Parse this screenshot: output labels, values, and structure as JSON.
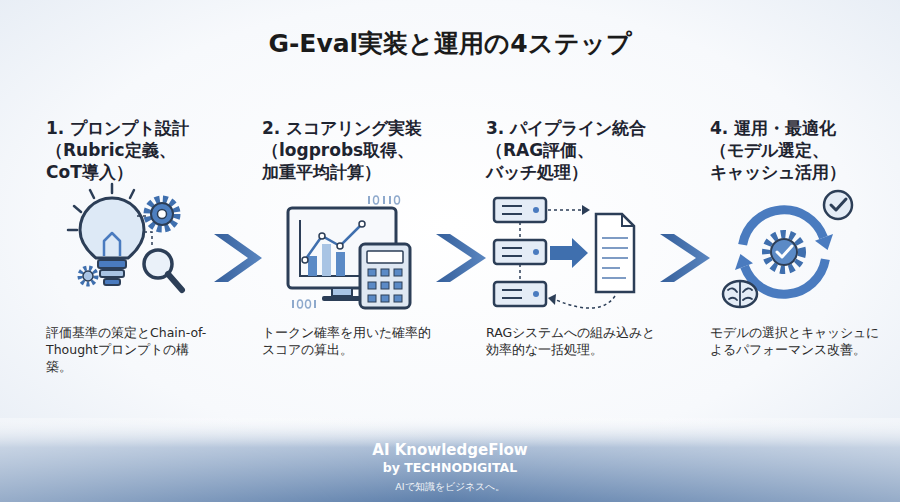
{
  "diagram": {
    "title": "G-Eval実装と運用の4ステップ",
    "nodes": [
      {
        "text": [
          "1. プロンプト設計 （Rubric定義、 CoT導入）",
          "評価基準の策定とChain-of-Thoughtプロンプトの構築。"
        ]
      },
      {
        "text": [
          "2. スコアリング実装 （logprobs取得、 加重平均計算）",
          "トークン確率を用いた確率的スコアの算出。"
        ]
      },
      {
        "text": [
          "3. パイプライン統合 （RAG評価、 バッチ処理）",
          "RAGシステムへの組み込みと効率的な一括処理。"
        ]
      },
      {
        "text": [
          "4. 運用・最適化 （モデル選定、 キャッシュ活用）",
          "モデルの選択とキャッシュによるパフォーマンス改善。"
        ]
      }
    ],
    "edges": [
      {
        "from": 0,
        "to": 1,
        "arrow": "to"
      },
      {
        "from": 1,
        "to": 2,
        "arrow": "to"
      },
      {
        "from": 2,
        "to": 3,
        "arrow": "to"
      }
    ],
    "labels": [
      "AI KnowledgeFlow",
      "by TECHNODIGITAL",
      "AIで知識をビジネスへ。"
    ]
  }
}
